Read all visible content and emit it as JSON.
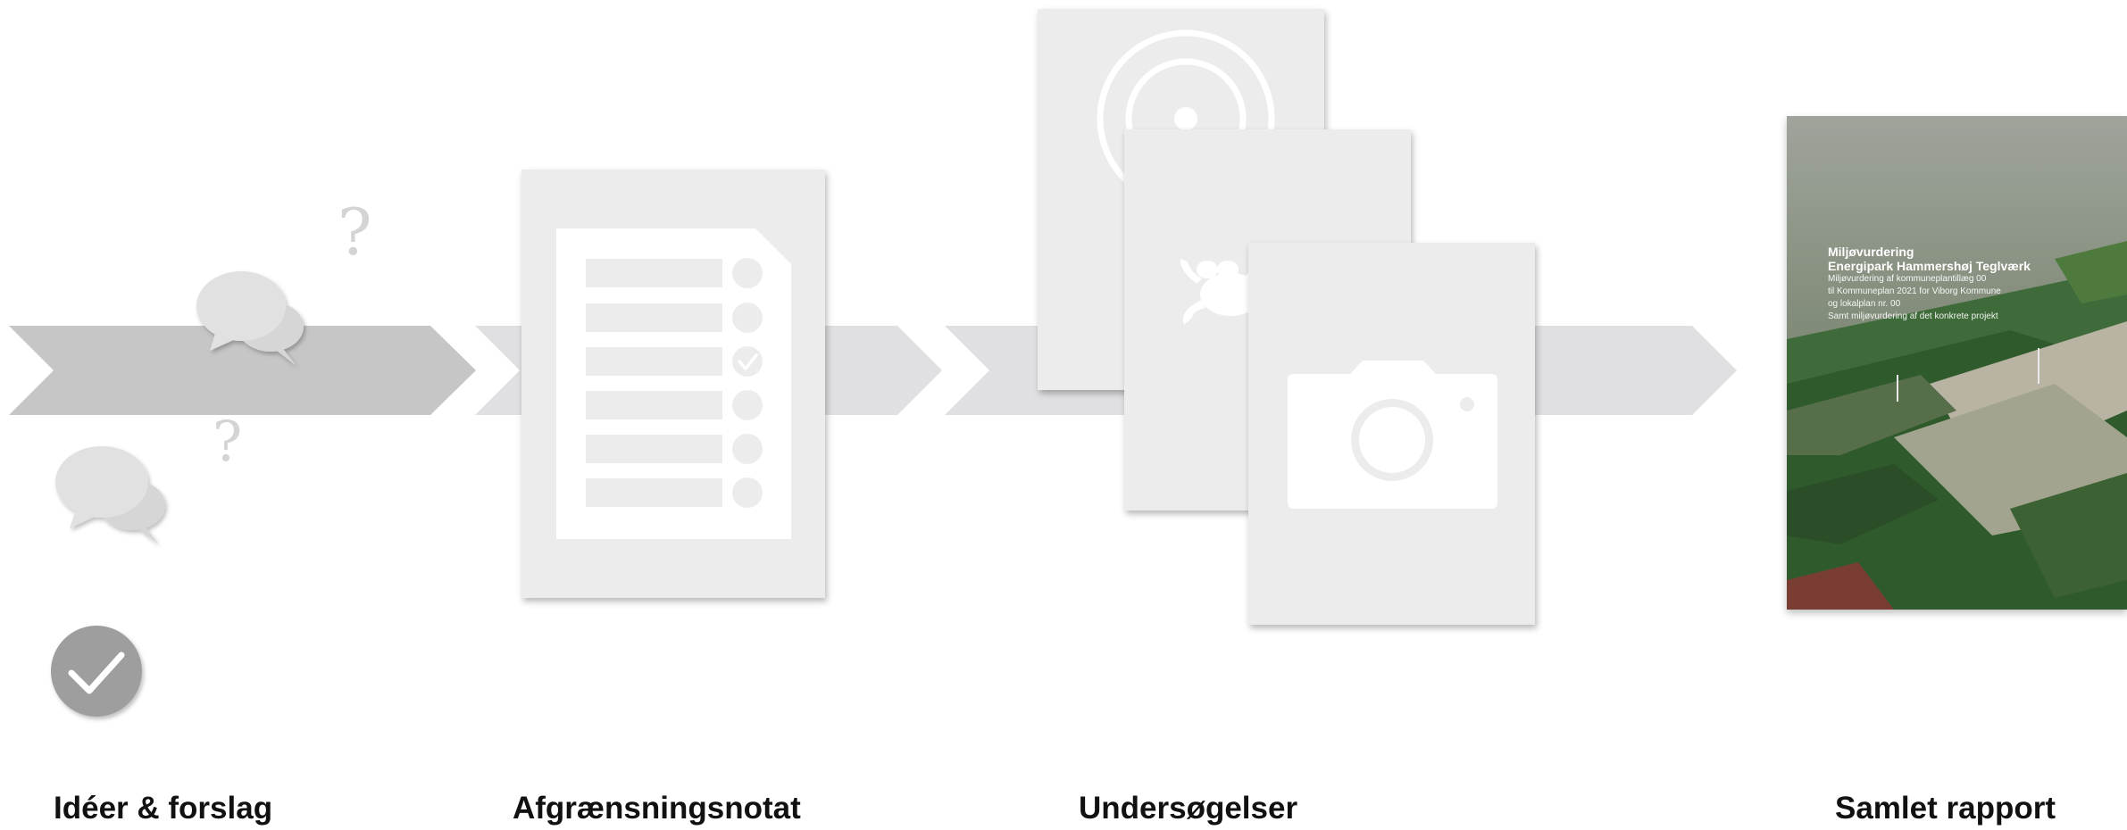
{
  "stages": [
    {
      "id": "ideas",
      "label": "Idéer & forslag"
    },
    {
      "id": "scoping",
      "label": "Afgrænsningsnotat"
    },
    {
      "id": "studies",
      "label": "Undersøgelser"
    },
    {
      "id": "report",
      "label": "Samlet rapport"
    }
  ],
  "ideas_stage": {
    "question_mark_glyph": "?",
    "icons": [
      "speech-bubbles-icon",
      "question-mark-icon",
      "checkmark-circle-icon"
    ]
  },
  "checklist": {
    "rows": 6,
    "checked_row_index": 2,
    "icons": [
      "document-icon",
      "checkmark-icon"
    ]
  },
  "studies_stage": {
    "icons": [
      "sonar-target-icon",
      "frog-icon",
      "camera-icon"
    ]
  },
  "report_cover": {
    "title_line1": "Miljøvurdering",
    "title_line2": "Energipark Hammershøj Teglværk",
    "subtitle_line1": "Miljøvurdering af kommuneplantillæg 00",
    "subtitle_line2": "til Kommuneplan 2021 for Viborg Kommune",
    "subtitle_line3": "og lokalplan nr. 00",
    "subtitle_line4": "Samt miljøvurdering af det konkrete projekt"
  },
  "colors": {
    "arrow_dark": "#c6c6c6",
    "arrow_light": "#e0e0e2",
    "card": "#ececec",
    "icon_white": "#ffffff",
    "bubble": "#d9d9d9",
    "check_circle": "#9e9e9e",
    "label_text": "#111111"
  }
}
